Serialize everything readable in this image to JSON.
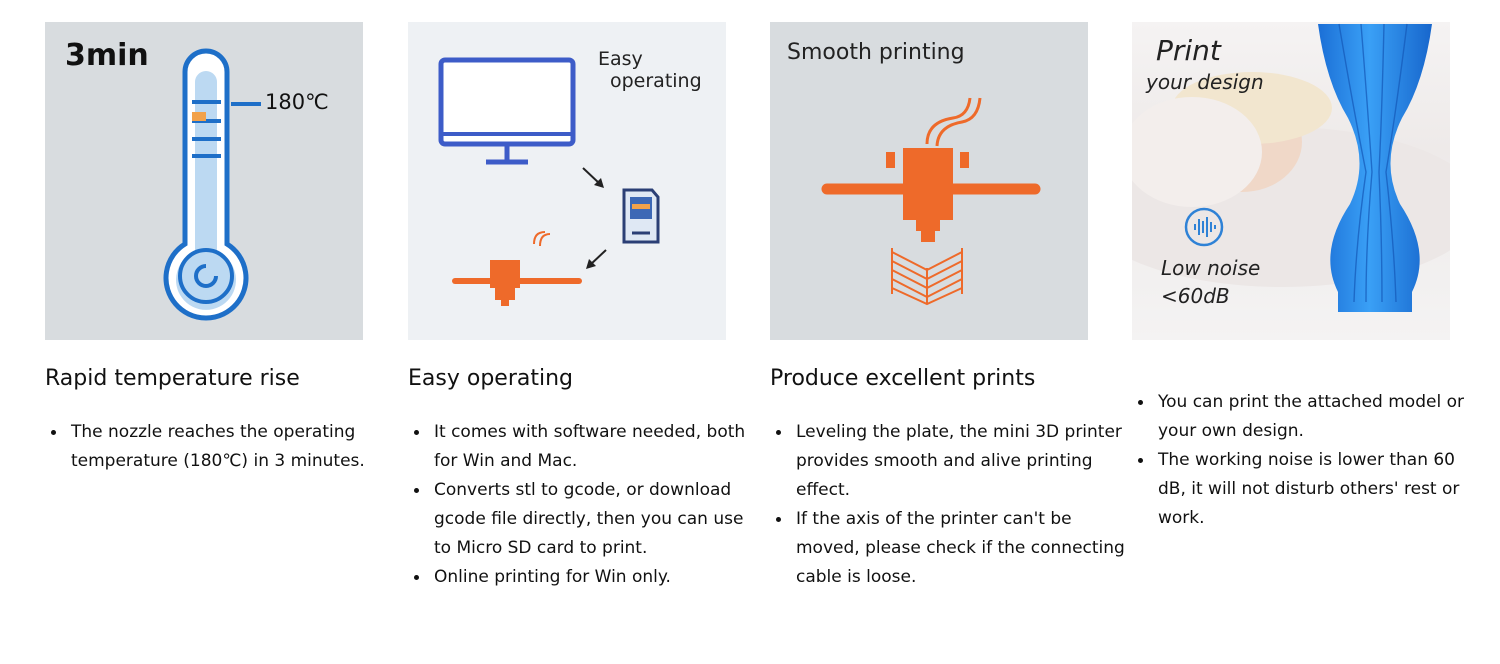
{
  "cards": [
    {
      "image": {
        "label": "3min",
        "temperature": "180℃",
        "icon": "thermometer-icon"
      },
      "heading": "Rapid temperature rise",
      "bullets": [
        "The nozzle reaches the operating temperature (180℃) in 3 minutes."
      ]
    },
    {
      "image": {
        "label_line1": "Easy",
        "label_line2": "operating",
        "icons": [
          "monitor-icon",
          "sd-card-icon",
          "printer-nozzle-icon"
        ]
      },
      "heading": "Easy operating",
      "bullets": [
        "It comes with software needed, both for Win and Mac.",
        "Converts stl to gcode, or download gcode file directly, then you can use to Micro SD card to print.",
        "Online printing for Win only."
      ]
    },
    {
      "image": {
        "label": "Smooth printing",
        "icon": "print-head-icon"
      },
      "heading": "Produce excellent prints",
      "bullets": [
        "Leveling the plate, the mini 3D printer provides smooth and alive printing effect.",
        "If the axis of the printer can't be moved, please check if the connecting cable is loose."
      ]
    },
    {
      "image": {
        "title": "Print",
        "subtitle": "your design",
        "noise_label": "Low noise",
        "noise_value": "<60dB",
        "icon": "sound-wave-icon"
      },
      "heading": "",
      "bullets": [
        "You can print the attached model or your own design.",
        "The working noise is lower than 60 dB, it will not disturb others' rest or work."
      ]
    }
  ],
  "colors": {
    "accent_blue": "#1e6fc8",
    "accent_orange": "#ee6a2a",
    "vase_blue": "#2a8ff0"
  }
}
